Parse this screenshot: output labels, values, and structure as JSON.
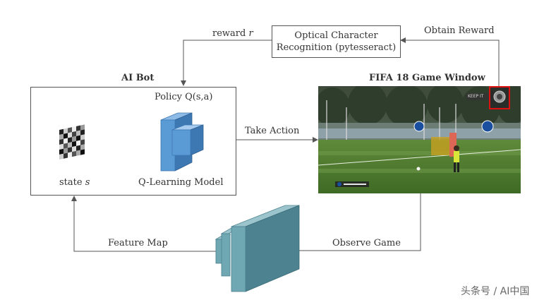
{
  "diagram": {
    "ai_bot": {
      "title": "AI Bot",
      "policy_label": "Policy Q(s,a)",
      "state_label": "state",
      "state_symbol": "s",
      "model_label": "Q-Learning Model"
    },
    "game": {
      "title": "FIFA 18 Game Window",
      "hud_text": "KEEP IT"
    },
    "ocr": {
      "line1": "Optical Character",
      "line2": "Recognition (pytesseract)"
    },
    "edges": {
      "reward_label": "reward",
      "reward_symbol": "r",
      "obtain_reward": "Obtain Reward",
      "take_action": "Take Action",
      "observe_game": "Observe Game",
      "feature_map": "Feature Map"
    },
    "watermark": "头条号 / AI中国"
  },
  "colors": {
    "model_blue": "#5b9bd5",
    "model_blue_dark": "#3d78b3",
    "feature_teal": "#6fa7b3",
    "feature_teal_dark": "#4d8390",
    "highlight_red": "#e01010",
    "pitch_green": "#4f7d2f"
  },
  "icons": {
    "state": "checkerboard-state-icon",
    "highlight": "score-highlight-box"
  }
}
